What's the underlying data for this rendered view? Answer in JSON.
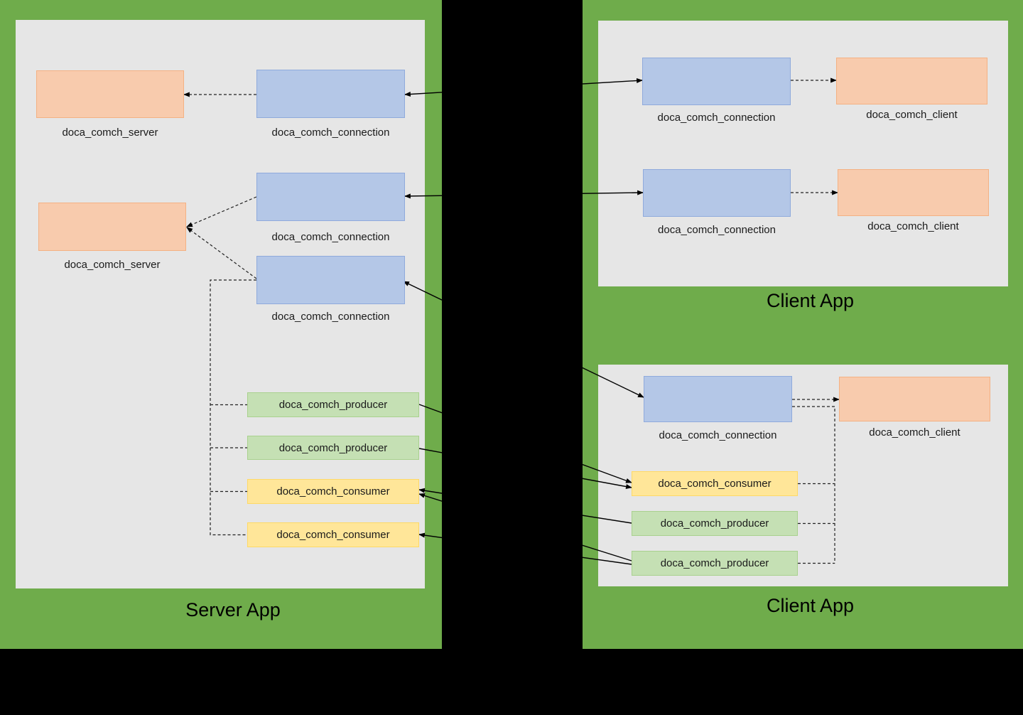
{
  "server": {
    "title": "Server App",
    "server1": "doca_comch_server",
    "server2": "doca_comch_server",
    "connection1": "doca_comch_connection",
    "connection2": "doca_comch_connection",
    "connection3": "doca_comch_connection",
    "producer1": "doca_comch_producer",
    "producer2": "doca_comch_producer",
    "consumer1": "doca_comch_consumer",
    "consumer2": "doca_comch_consumer"
  },
  "client_top": {
    "title": "Client App",
    "connection1": "doca_comch_connection",
    "client1": "doca_comch_client",
    "connection2": "doca_comch_connection",
    "client2": "doca_comch_client"
  },
  "client_bottom": {
    "title": "Client App",
    "connection": "doca_comch_connection",
    "client": "doca_comch_client",
    "consumer": "doca_comch_consumer",
    "producer1": "doca_comch_producer",
    "producer2": "doca_comch_producer"
  },
  "colors": {
    "background": "#000000",
    "panel_green": "#6FAC4B",
    "panel_gray": "#E6E6E6",
    "blue_fill": "#B4C7E7",
    "blue_border": "#8FAADC",
    "orange_fill": "#F8CBAD",
    "orange_border": "#F4B183",
    "green_fill": "#C5E0B4",
    "green_border": "#A9D18E",
    "yellow_fill": "#FFE699",
    "yellow_border": "#FFD966",
    "connector": "#000000"
  }
}
